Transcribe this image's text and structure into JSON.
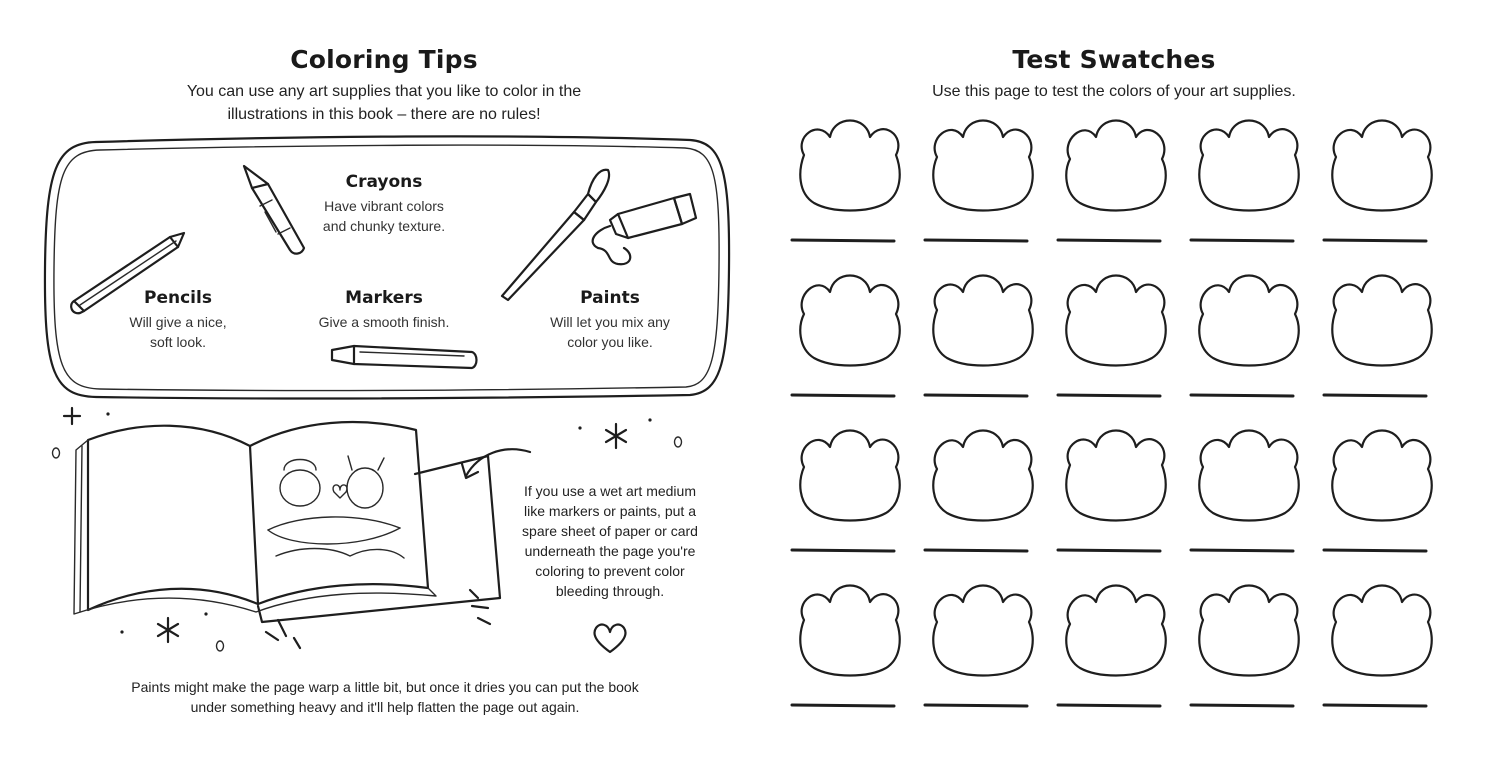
{
  "left_page": {
    "title": "Coloring Tips",
    "intro_line1": "You can use any art supplies that you like to color in the",
    "intro_line2": "illustrations in this book – there are no rules!",
    "tools": {
      "crayons": {
        "name": "Crayons",
        "desc_line1": "Have vibrant colors",
        "desc_line2": "and chunky texture."
      },
      "pencils": {
        "name": "Pencils",
        "desc_line1": "Will give a nice,",
        "desc_line2": "soft look."
      },
      "markers": {
        "name": "Markers",
        "desc_line1": "Give a smooth finish."
      },
      "paints": {
        "name": "Paints",
        "desc_line1": "Will let you mix any",
        "desc_line2": "color you like."
      }
    },
    "wet_tip": {
      "line1": "If you use a wet art medium",
      "line2": "like markers or paints, put a",
      "line3": "spare sheet of paper or card",
      "line4": "underneath the page you're",
      "line5": "coloring to prevent color",
      "line6": "bleeding through."
    },
    "warp_tip": {
      "line1": "Paints might make the page warp a little bit, but once it dries you can put the book",
      "line2": "under something heavy and it'll help flatten the page out again."
    },
    "icons": [
      "crayon-icon",
      "pencil-icon",
      "marker-icon",
      "paintbrush-icon",
      "paint-tube-icon",
      "open-book-icon",
      "curved-arrow-icon",
      "heart-icon",
      "sparkle-icon"
    ]
  },
  "right_page": {
    "title": "Test Swatches",
    "subtitle": "Use this page to test the colors of your art supplies.",
    "grid": {
      "rows": 4,
      "cols": 5
    }
  },
  "colors": {
    "ink": "#1e1e1e",
    "background": "#ffffff"
  }
}
